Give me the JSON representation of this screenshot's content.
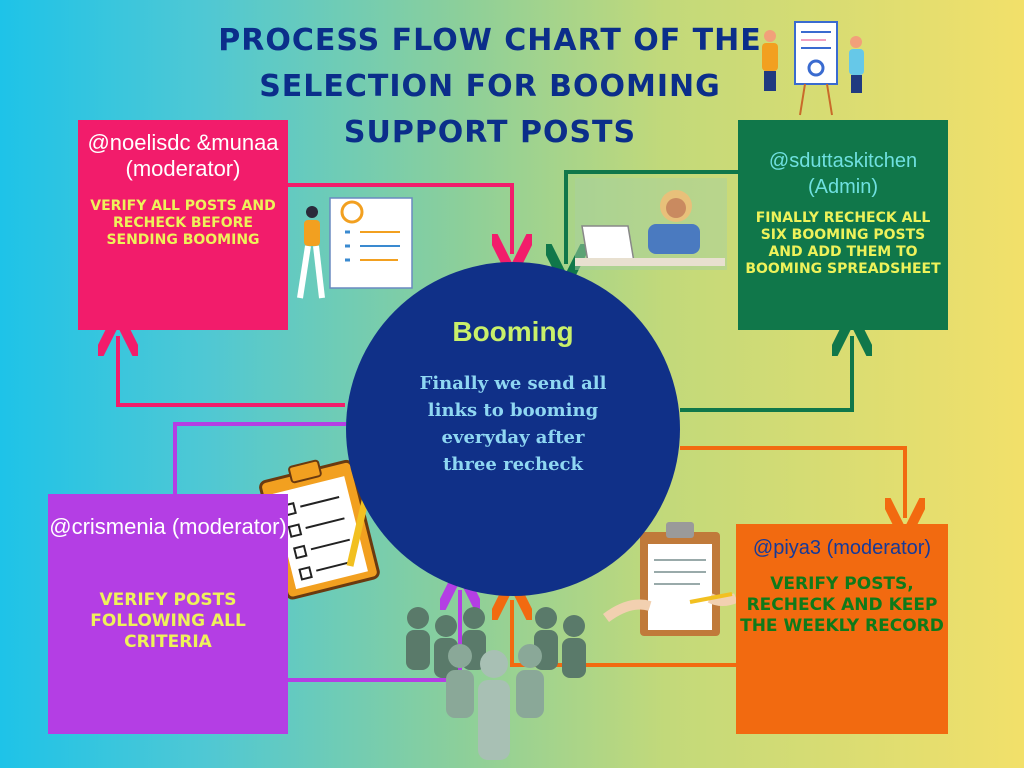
{
  "title": "Process Flow Chart of the Selection for Booming Support Posts",
  "center": {
    "heading": "Booming",
    "body": "Finally we send all links to booming everyday after three recheck"
  },
  "boxes": {
    "noelisdc": {
      "name": "@noelisdc &munaa (moderator)",
      "task": "Verify all posts and recheck before sending booming"
    },
    "sdutta": {
      "name": "@sduttaskitchen (Admin)",
      "task": "Finally recheck all six booming posts and add them to booming spreadsheet"
    },
    "crismenia": {
      "name": "@crismenia (moderator)",
      "task": "Verify posts following all criteria"
    },
    "piya": {
      "name": "@piya3 (moderator)",
      "task": "Verify posts, recheck and keep the weekly record"
    }
  },
  "colors": {
    "pink": "#f21c6b",
    "green": "#10774a",
    "purple": "#b43ee4",
    "orange": "#f26a10",
    "navy": "#103088",
    "title": "#0b2e8a",
    "yellow_text": "#eef25a"
  },
  "icons": [
    "presentation-illustration",
    "checklist-illustration",
    "woman-laptop-illustration",
    "clipboard-illustration",
    "signing-document-illustration",
    "crowd-illustration"
  ]
}
